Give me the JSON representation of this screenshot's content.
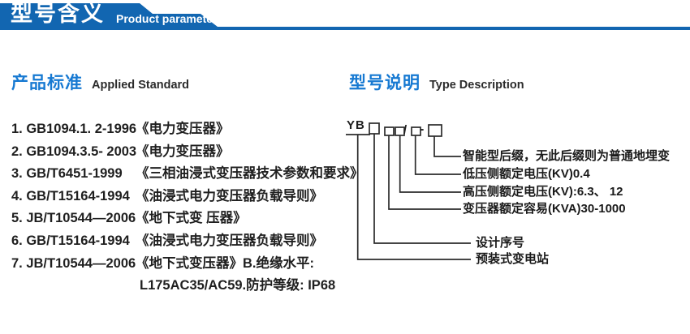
{
  "header": {
    "title_cn": "型号含义",
    "title_en": "Product parameters"
  },
  "standards": {
    "heading_cn": "产品标准",
    "heading_en": "Applied Standard",
    "items": [
      {
        "code": "1. GB1094.1. 2-1996",
        "title": "《电力变压器》"
      },
      {
        "code": "2. GB1094.3.5- 2003",
        "title": "《电力变压器》"
      },
      {
        "code": "3. GB/T6451-1999",
        "title": "《三相油浸式变压器技术参数和要求》"
      },
      {
        "code": "4. GB/T15164-1994",
        "title": "《油浸式电力变压器负载导则》"
      },
      {
        "code": "5. JB/T10544—2006",
        "title": "《地下式变 压器》"
      },
      {
        "code": "6. GB/T15164-1994",
        "title": "《油浸式电力变压器负载导则》"
      },
      {
        "code": "7. JB/T10544—2006",
        "title": "《地下式变压器》B.绝缘水平:"
      }
    ],
    "continuation": "L175AC35/AC59.防护等级: IP68"
  },
  "type_desc": {
    "heading_cn": "型号说明",
    "heading_en": "Type Description",
    "code_prefix": "YB",
    "code_pattern": "YB□ □□/□-□",
    "slash": "/",
    "dash": "-",
    "labels": [
      {
        "text": "智能型后缀，无此后缀则为普通地埋变"
      },
      {
        "text": "低压侧额定电压(KV)0.4"
      },
      {
        "text": "高压侧额定电压(KV):6.3、 12"
      },
      {
        "text": "变压器额定容易(KVA)30-1000"
      },
      {
        "text": "设计序号"
      },
      {
        "text": "预装式变电站"
      }
    ]
  },
  "colors": {
    "banner_blue": "#1266b1",
    "heading_blue": "#1679d2",
    "text": "#1f1f1f"
  }
}
